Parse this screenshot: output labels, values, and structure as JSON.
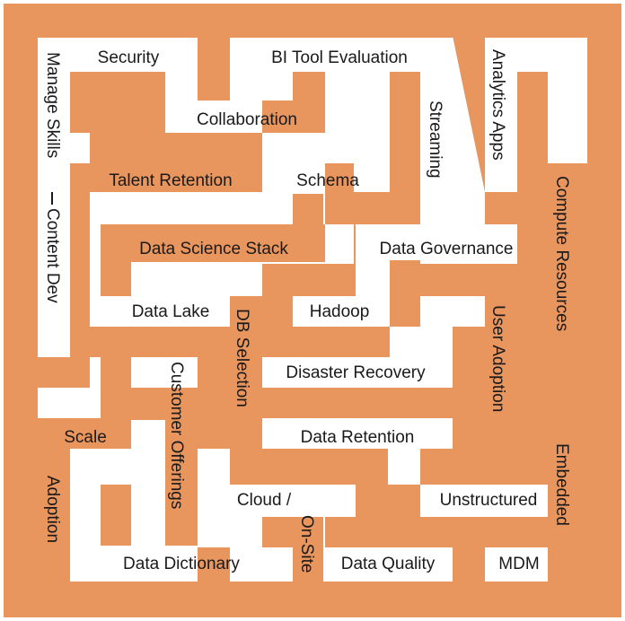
{
  "colors": {
    "wall_fill": "#E8955E",
    "wall_outline": "#1a1a1a",
    "path": "#ffffff",
    "text": "#1a1a1a"
  },
  "labels": {
    "security": "Security",
    "bi_tool_evaluation": "BI Tool Evaluation",
    "analytics_apps": "Analytics Apps",
    "manage_skills": "Manage Skills",
    "collaboration": "Collaboration",
    "streaming": "Streaming",
    "talent_retention": "Talent Retention",
    "schema": "Schema",
    "compute_resources": "Compute Resources",
    "content_dev": "Content Dev",
    "data_science_stack": "Data Science Stack",
    "data_governance": "Data Governance",
    "data_lake": "Data Lake",
    "hadoop": "Hadoop",
    "db_selection": "DB Selection",
    "user_adoption": "User Adoption",
    "disaster_recovery": "Disaster Recovery",
    "customer_offerings": "Customer Offerings",
    "scale": "Scale",
    "data_retention": "Data Retention",
    "embedded": "Embedded",
    "adoption": "Adoption",
    "cloud": "Cloud /",
    "on_site": "On-Site",
    "unstructured": "Unstructured",
    "data_dictionary": "Data Dictionary",
    "data_quality": "Data Quality",
    "mdm": "MDM"
  }
}
